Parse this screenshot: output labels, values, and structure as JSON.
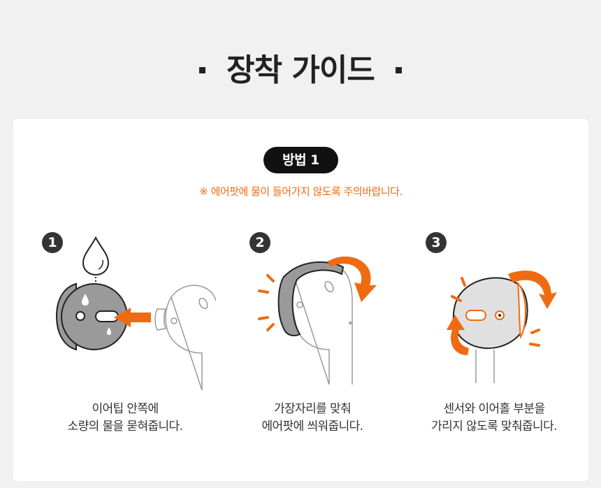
{
  "title": "장착 가이드",
  "method_label": "방법 1",
  "note": "※ 에어팟에 물이 들어가지 않도록 주의바랍니다.",
  "steps": [
    {
      "number": "1",
      "caption_line1": "이어팁 안쪽에",
      "caption_line2": "소량의 물을 묻혀줍니다."
    },
    {
      "number": "2",
      "caption_line1": "가장자리를 맞춰",
      "caption_line2": "에어팟에 씌워줍니다."
    },
    {
      "number": "3",
      "caption_line1": "센서와 이어홀 부분을",
      "caption_line2": "가리지 않도록 맞춰줍니다."
    }
  ],
  "colors": {
    "accent": "#ef6b12",
    "dark": "#333333",
    "tip_gray": "#9a9a9a",
    "background": "#f1f1f1"
  }
}
